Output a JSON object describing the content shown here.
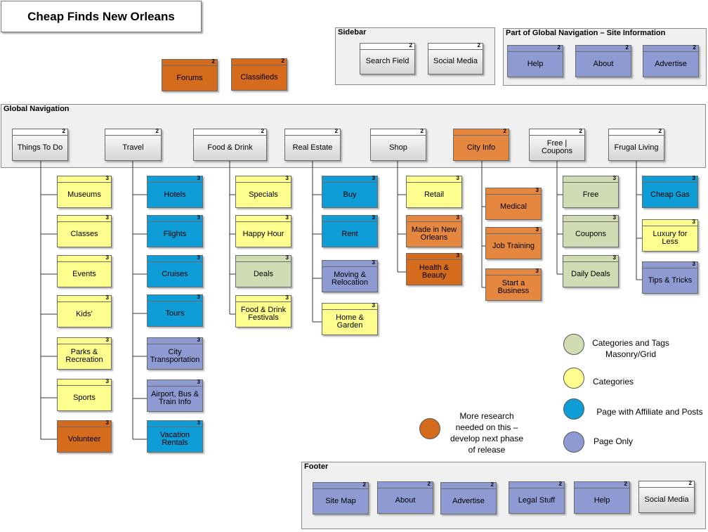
{
  "title": "Cheap Finds New Orleans",
  "panels": {
    "sidebar": "Sidebar",
    "site_info": "Part of Global Navigation – Site Information",
    "global_nav": "Global Navigation",
    "footer": "Footer"
  },
  "top_items": {
    "forums": {
      "label": "Forums",
      "level": "2"
    },
    "classifieds": {
      "label": "Classifieds",
      "level": "2"
    }
  },
  "sidebar_items": [
    {
      "label": "Search Field",
      "level": "2"
    },
    {
      "label": "Social Media",
      "level": "2"
    }
  ],
  "site_info_items": [
    {
      "label": "Help",
      "level": "2"
    },
    {
      "label": "About",
      "level": "2"
    },
    {
      "label": "Advertise",
      "level": "2"
    }
  ],
  "nav": [
    {
      "label": "Things To Do",
      "level": "2",
      "children": [
        {
          "label": "Museums",
          "level": "3"
        },
        {
          "label": "Classes",
          "level": "3"
        },
        {
          "label": "Events",
          "level": "3"
        },
        {
          "label": "Kids’",
          "level": "3"
        },
        {
          "label": "Parks & Recreation",
          "level": "3"
        },
        {
          "label": "Sports",
          "level": "3"
        },
        {
          "label": "Volunteer",
          "level": "3"
        }
      ]
    },
    {
      "label": "Travel",
      "level": "2",
      "children": [
        {
          "label": "Hotels",
          "level": "3"
        },
        {
          "label": "Flights",
          "level": "3"
        },
        {
          "label": "Cruises",
          "level": "3"
        },
        {
          "label": "Tours",
          "level": "3"
        },
        {
          "label": "City Transportation",
          "level": "3"
        },
        {
          "label": "Airport, Bus & Train Info",
          "level": "3"
        },
        {
          "label": "Vacation Rentals",
          "level": "3"
        }
      ]
    },
    {
      "label": "Food & Drink",
      "level": "2",
      "children": [
        {
          "label": "Specials",
          "level": "3"
        },
        {
          "label": "Happy Hour",
          "level": "3"
        },
        {
          "label": "Deals",
          "level": "3"
        },
        {
          "label": "Food & Drink Festivals",
          "level": "3"
        }
      ]
    },
    {
      "label": "Real Estate",
      "level": "2",
      "children": [
        {
          "label": "Buy",
          "level": "3"
        },
        {
          "label": "Rent",
          "level": "3"
        },
        {
          "label": "Moving & Relocation",
          "level": "3"
        },
        {
          "label": "Home & Garden",
          "level": "3"
        }
      ]
    },
    {
      "label": "Shop",
      "level": "2",
      "children": [
        {
          "label": "Retail",
          "level": "3"
        },
        {
          "label": "Made in New Orleans",
          "level": "3"
        },
        {
          "label": "Health & Beauty",
          "level": "3"
        }
      ]
    },
    {
      "label": "City Info",
      "level": "2",
      "children": [
        {
          "label": "Medical",
          "level": "3"
        },
        {
          "label": "Job Training",
          "level": "3"
        },
        {
          "label": "Start a Business",
          "level": "3"
        }
      ]
    },
    {
      "label": "Free | Coupons",
      "level": "2",
      "children": [
        {
          "label": "Free",
          "level": "3"
        },
        {
          "label": "Coupons",
          "level": "3"
        },
        {
          "label": "Daily Deals",
          "level": "3"
        }
      ]
    },
    {
      "label": "Frugal Living",
      "level": "2",
      "children": [
        {
          "label": "Cheap Gas",
          "level": "3"
        },
        {
          "label": "Luxury for Less",
          "level": "3"
        },
        {
          "label": "Tips & Tricks",
          "level": "3"
        }
      ]
    }
  ],
  "footer_items": [
    {
      "label": "Site Map",
      "level": "2"
    },
    {
      "label": "About",
      "level": "2"
    },
    {
      "label": "Advertise",
      "level": "2"
    },
    {
      "label": "Legal Stuff",
      "level": "2"
    },
    {
      "label": "Help",
      "level": "2"
    },
    {
      "label": "Social Media",
      "level": "2"
    }
  ],
  "legend": [
    {
      "label": "Categories and Tags Masonry/Grid",
      "color": "#d2dcb4"
    },
    {
      "label": "Categories",
      "color": "#fefe8e"
    },
    {
      "label": "Page with Affiliate and Posts",
      "color": "#0f9dd8"
    },
    {
      "label": "Page Only",
      "color": "#8e9bd3"
    }
  ],
  "note": {
    "label": "More research needed on this – develop next phase of release",
    "color": "#d56b1c"
  }
}
